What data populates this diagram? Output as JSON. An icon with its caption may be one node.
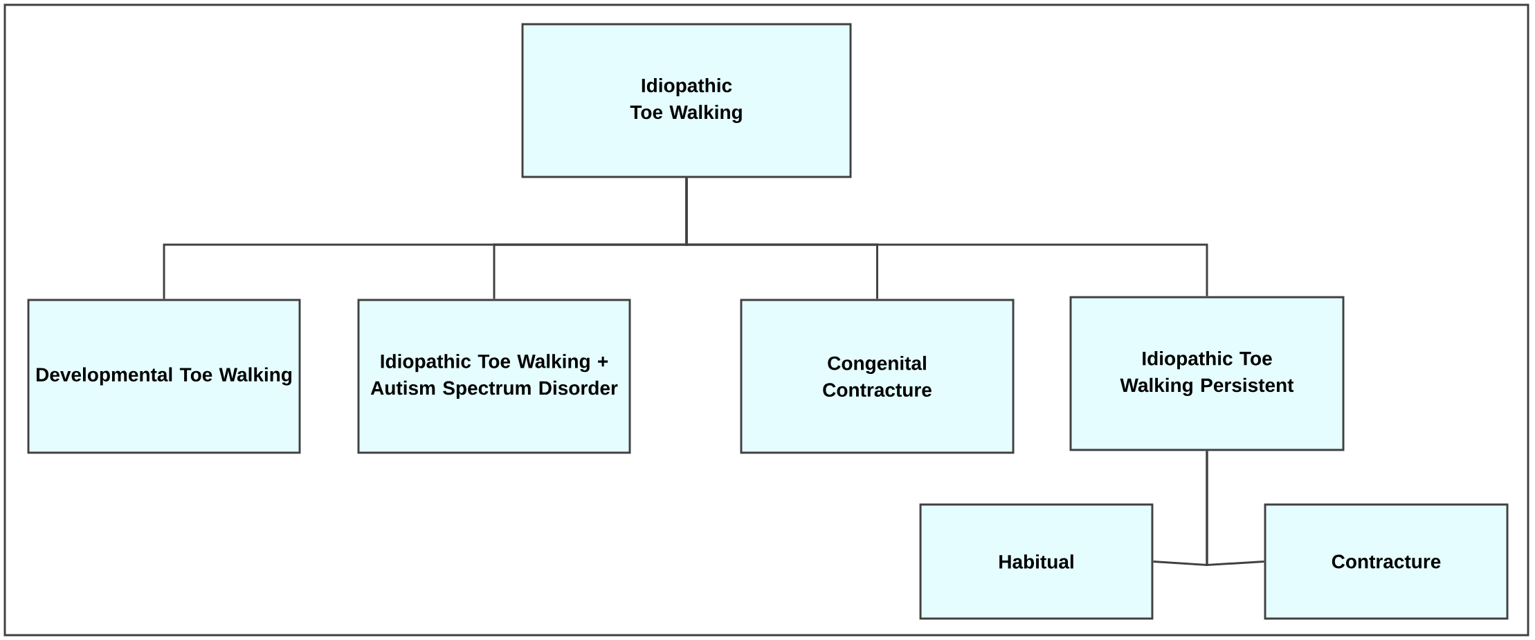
{
  "diagram": {
    "nodes": [
      {
        "text": [
          "Idiopathic Toe Walking"
        ]
      },
      {
        "text": [
          "Developmental Toe Walking"
        ]
      },
      {
        "text": [
          "Idiopathic Toe Walking + Autism Spectrum Disorder"
        ]
      },
      {
        "text": [
          "Congenital Contracture"
        ]
      },
      {
        "text": [
          "Idiopathic Toe Walking Persistent"
        ]
      },
      {
        "text": [
          "Habitual"
        ]
      },
      {
        "text": [
          "Contracture"
        ]
      }
    ],
    "edges": [
      {
        "from": 0,
        "to": 1,
        "arrow": "none"
      },
      {
        "from": 0,
        "to": 2,
        "arrow": "none"
      },
      {
        "from": 0,
        "to": 3,
        "arrow": "none"
      },
      {
        "from": 0,
        "to": 4,
        "arrow": "none"
      },
      {
        "from": 4,
        "to": 5,
        "arrow": "none"
      },
      {
        "from": 4,
        "to": 6,
        "arrow": "none"
      }
    ]
  }
}
